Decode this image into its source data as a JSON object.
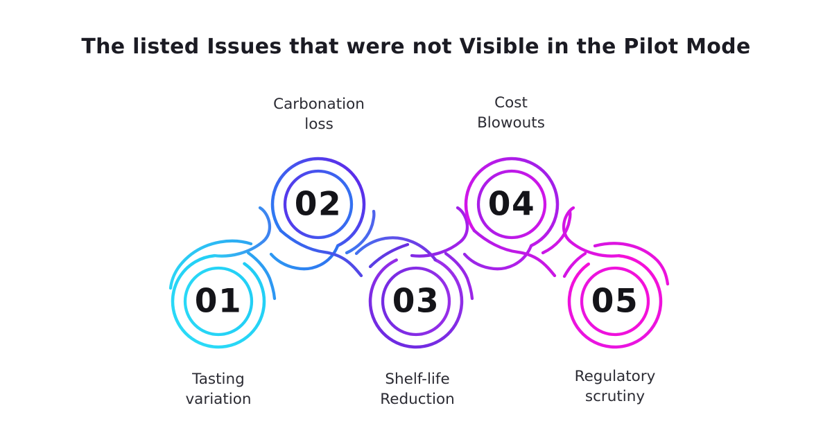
{
  "title": "The listed Issues that were not Visible in the Pilot Mode",
  "items": [
    {
      "number": "01",
      "label": "Tasting\nvariation",
      "color": "#25D9F6",
      "position": "bottom"
    },
    {
      "number": "02",
      "label": "Carbonation\nloss",
      "color": "#2E7BF2",
      "position": "top"
    },
    {
      "number": "03",
      "label": "Shelf-life\nReduction",
      "color": "#8A2BE6",
      "position": "bottom"
    },
    {
      "number": "04",
      "label": "Cost\nBlowouts",
      "color": "#C318E9",
      "position": "top"
    },
    {
      "number": "05",
      "label": "Regulatory\nscrutiny",
      "color": "#EC12DE",
      "position": "bottom"
    }
  ],
  "colors": {
    "title_text": "#1b1b23",
    "number_text": "#141419",
    "label_text": "#2b2b33",
    "chain_start": "#2ADAF7",
    "chain_mid": "#6E2BE2",
    "chain_end": "#F510D8",
    "background": "#ffffff"
  }
}
